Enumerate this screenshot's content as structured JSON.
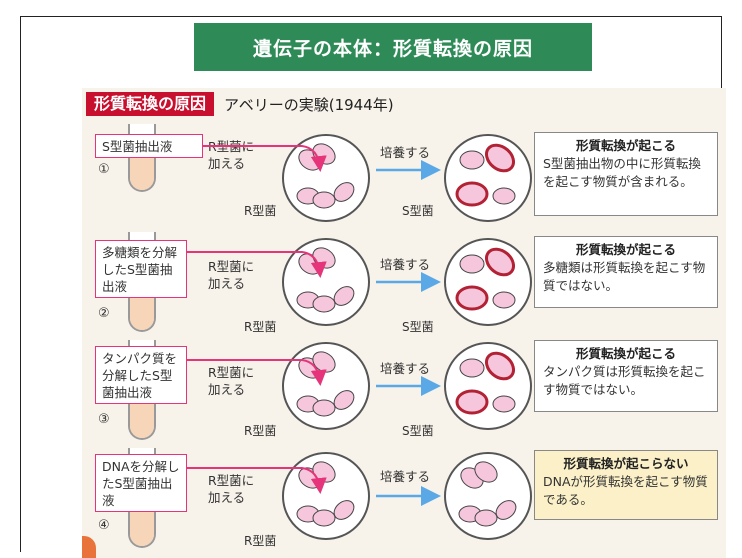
{
  "slide_title": "遺伝子の本体：形質転換の原因",
  "figure": {
    "label": "形質転換の原因",
    "subtitle": "アベリーの実験(1944年)",
    "culture_label": "培養する",
    "add_label": "R型菌に加える",
    "r_strain": "R型菌",
    "s_strain": "S型菌",
    "rows": [
      {
        "num": "①",
        "extract": "S型菌抽出液",
        "result_title": "形質転換が起こる",
        "result_text": "S型菌抽出物の中に形質転換を起こす物質が含まれる。"
      },
      {
        "num": "②",
        "extract": "多糖類を分解したS型菌抽出液",
        "result_title": "形質転換が起こる",
        "result_text": "多糖類は形質転換を起こす物質ではない。"
      },
      {
        "num": "③",
        "extract": "タンパク質を分解したS型菌抽出液",
        "result_title": "形質転換が起こる",
        "result_text": "タンパク質は形質転換を起こす物質ではない。"
      },
      {
        "num": "④",
        "extract": "DNAを分解したS型菌抽出液",
        "result_title": "形質転換が起こらない",
        "result_text": "DNAが形質転換を起こす物質である。"
      }
    ]
  },
  "colors": {
    "title_bg": "#2e8b57",
    "label_red": "#c8102e",
    "arrow_pink": "#e5347a",
    "arrow_blue": "#5aa9e6",
    "cell_pink": "#f5c6dc",
    "s_capsule": "#b22234"
  }
}
